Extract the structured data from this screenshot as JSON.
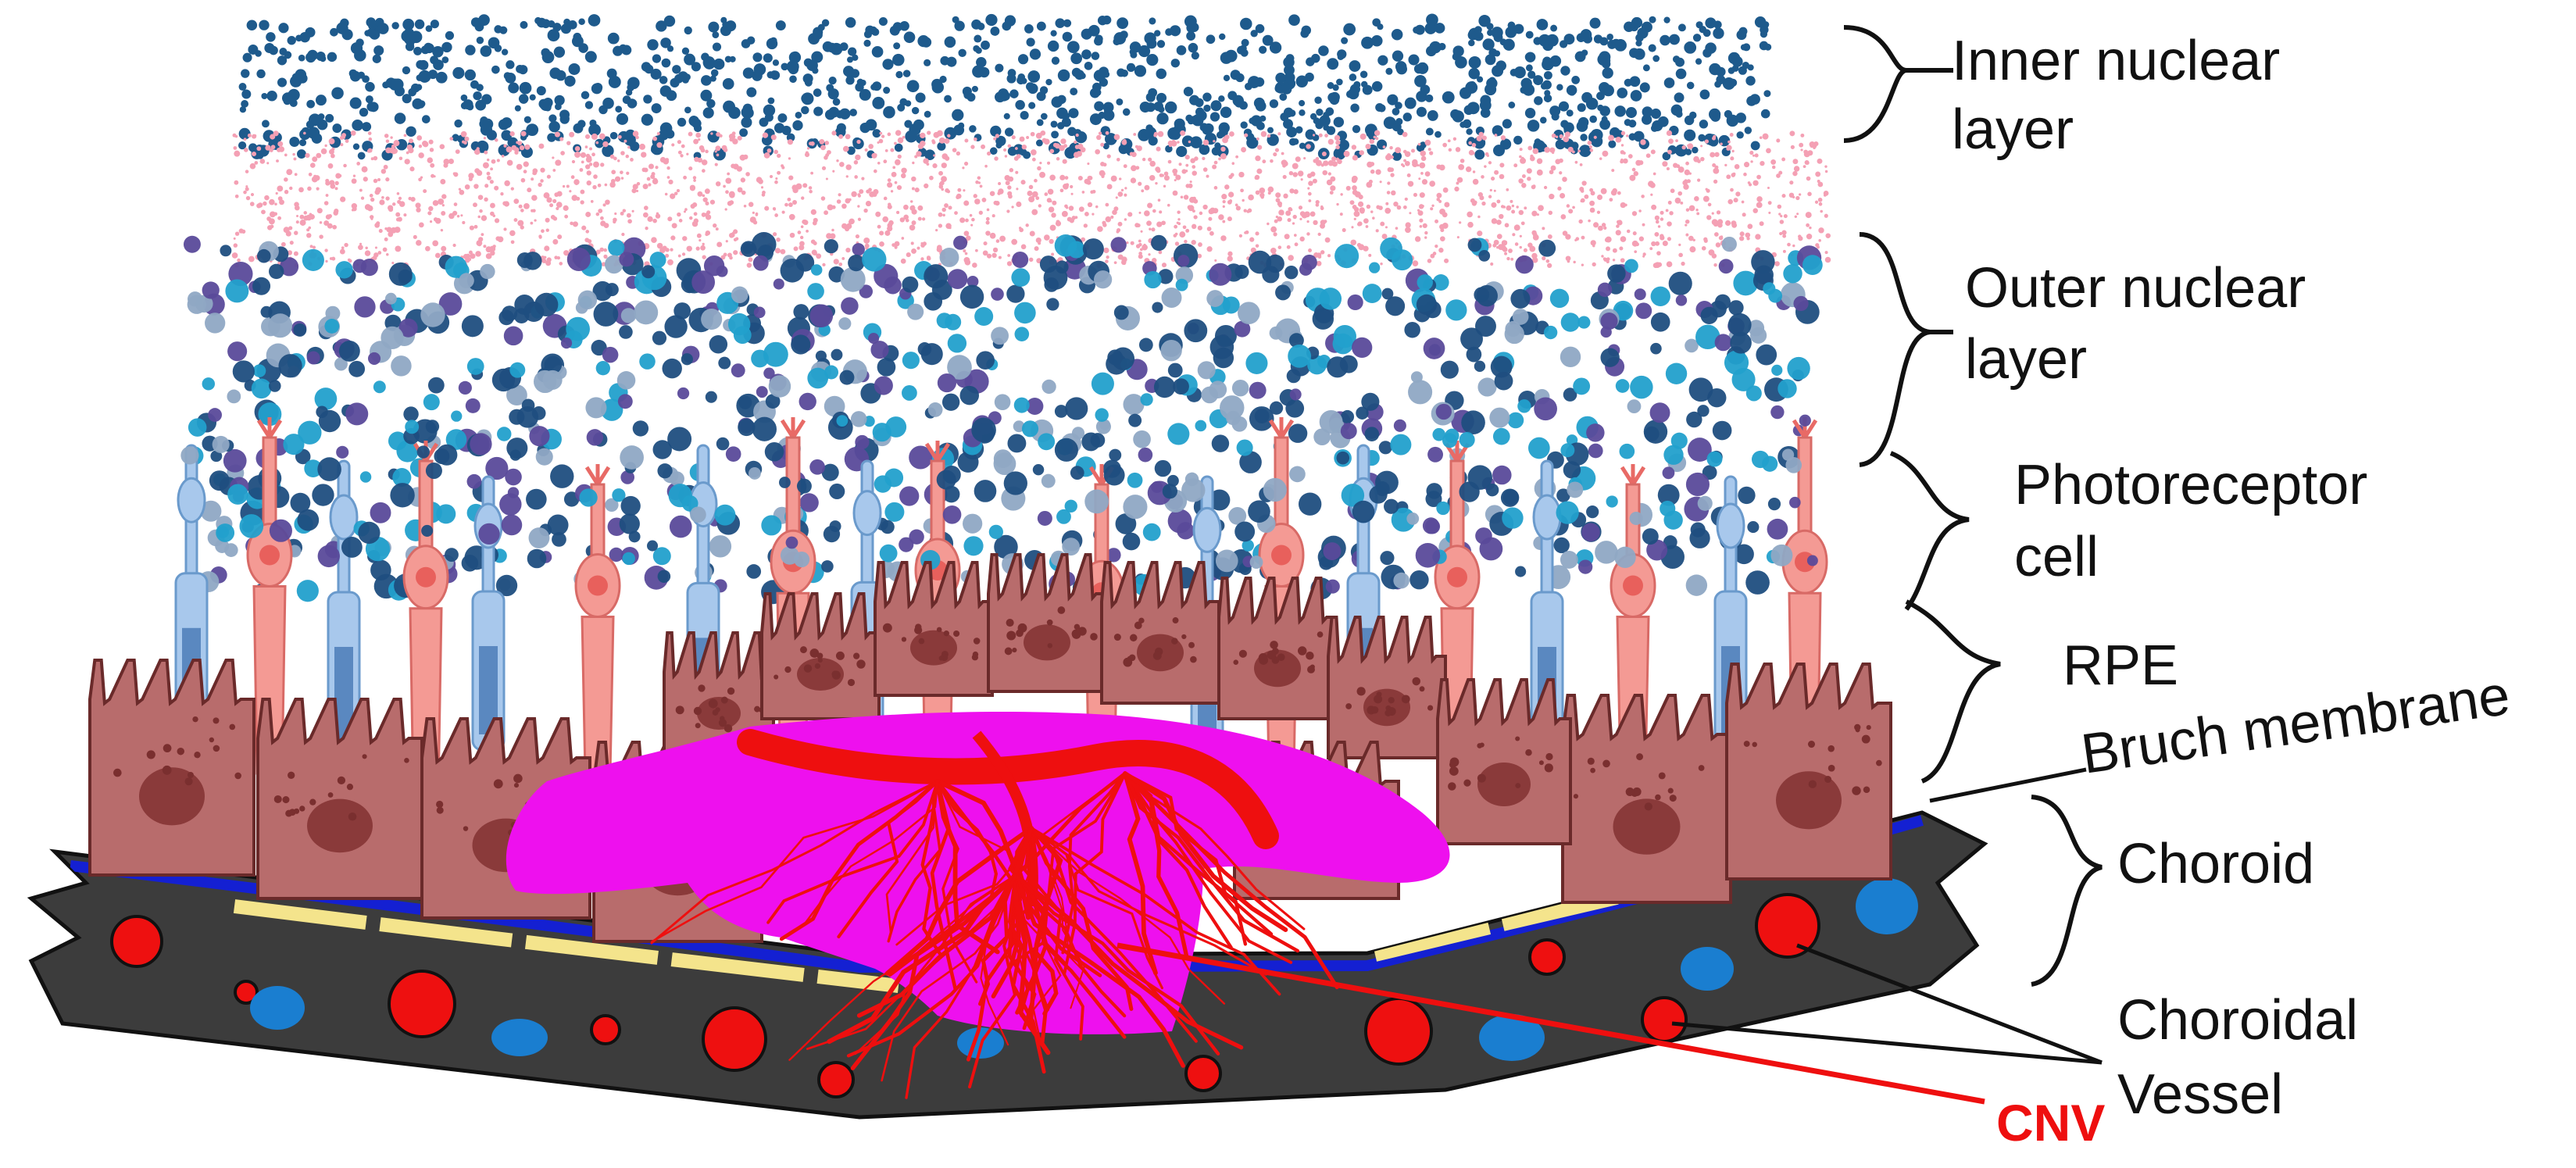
{
  "labels": {
    "inner_nuclear_line1": "Inner nuclear",
    "inner_nuclear_line2": "layer",
    "outer_nuclear_line1": "Outer nuclear",
    "outer_nuclear_line2": "layer",
    "photoreceptor_line1": "Photoreceptor",
    "photoreceptor_line2": "cell",
    "rpe": "RPE",
    "bruch": "Bruch membrane",
    "choroid": "Choroid",
    "choroidal_line1": "Choroidal",
    "choroidal_line2": "Vessel",
    "cnv": "CNV"
  },
  "colors": {
    "inner_nuclear_dot": "#1e5a8c",
    "plexiform_dot": "#f4a0b4",
    "outer_dot_dark": "#1f4e80",
    "outer_dot_purple": "#5a4a9a",
    "outer_dot_light": "#8fa8c4",
    "outer_dot_cyan": "#22a0cc",
    "rod": "#a8c8ec",
    "cone": "#f49a94",
    "rpe_cell": "#b86c6c",
    "rpe_nucleus": "#8a3a3a",
    "bruch_membrane": "#1420d2",
    "choroid": "#3c3c3c",
    "choroid_strip": "#f4e48c",
    "vessel_red": "#ee1010",
    "vessel_blue": "#1a7ed0",
    "cnv_lesion": "#ee10ee",
    "cnv_vessels": "#ee0f0f",
    "cnv_label": "#ee0f0f"
  }
}
